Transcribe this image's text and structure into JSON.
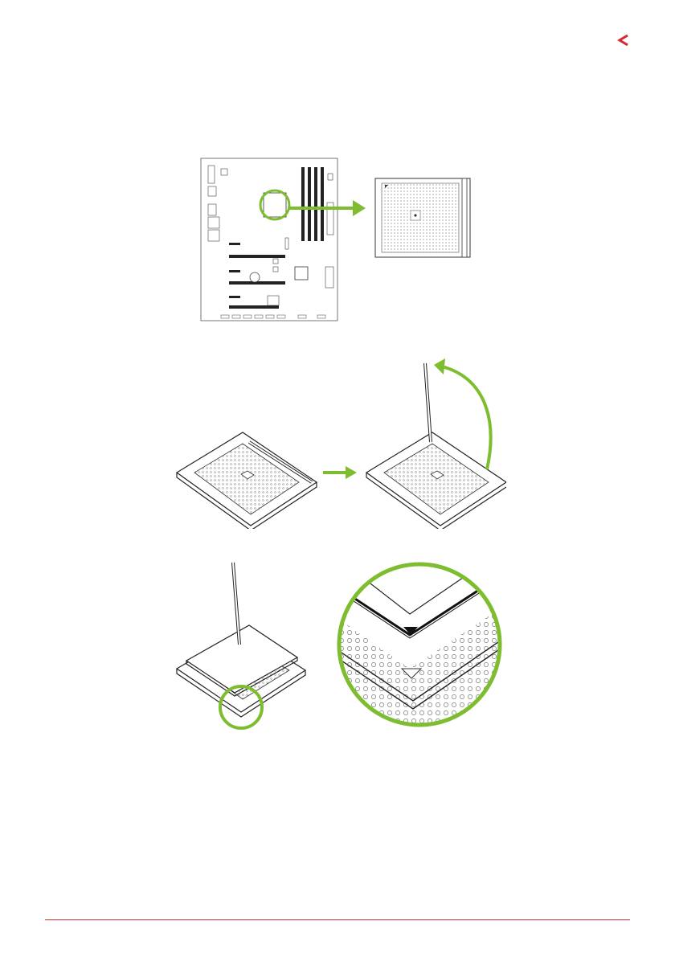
{
  "colors": {
    "accent": "#d9262e",
    "highlight_green": "#7dbd2f",
    "line": "#222222"
  },
  "icons": {
    "header": "chevron-left-icon"
  },
  "figures": [
    {
      "name": "motherboard-socket-location"
    },
    {
      "name": "socket-lever-raise"
    },
    {
      "name": "cpu-triangle-alignment"
    }
  ]
}
